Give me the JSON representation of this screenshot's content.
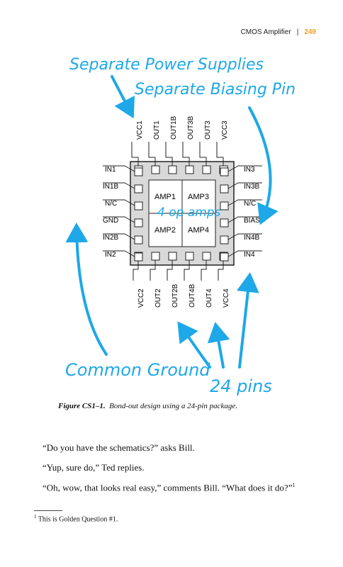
{
  "header": {
    "title": "CMOS Amplifier",
    "separator": "|",
    "page_number": "249"
  },
  "annotations": {
    "power": "Separate Power Supplies",
    "bias": "Separate Biasing Pin",
    "opamps": "4 op amps",
    "ground": "Common Ground",
    "pins": "24 pins"
  },
  "package": {
    "top_pins": [
      "VCC1",
      "OUT1",
      "OUT1B",
      "OUT3B",
      "OUT3",
      "VCC3"
    ],
    "bottom_pins": [
      "VCC2",
      "OUT2",
      "OUT2B",
      "OUT4B",
      "OUT4",
      "VCC4"
    ],
    "left_pins": [
      "IN1",
      "IN1B",
      "N/C",
      "GND",
      "IN2B",
      "IN2"
    ],
    "right_pins": [
      "IN3",
      "IN3B",
      "N/C",
      "BIAS",
      "IN4B",
      "IN4"
    ],
    "amps": [
      "AMP1",
      "AMP3",
      "AMP2",
      "AMP4"
    ]
  },
  "caption": {
    "label": "Figure CS1–1.",
    "text": "Bond-out design using a 24-pin package."
  },
  "paragraphs": [
    "“Do you have the schematics?” asks Bill.",
    "“Yup, sure do,” Ted replies.",
    "“Oh, wow, that looks real easy,” comments Bill. “What does it do?”"
  ],
  "paragraph_footnote_ref": "1",
  "footnote": {
    "marker": "1",
    "text": "This is Golden Question #1."
  },
  "colors": {
    "accent": "#1ea8e8",
    "page_number": "#f0a020",
    "package_fill": "#d9d9d9"
  }
}
